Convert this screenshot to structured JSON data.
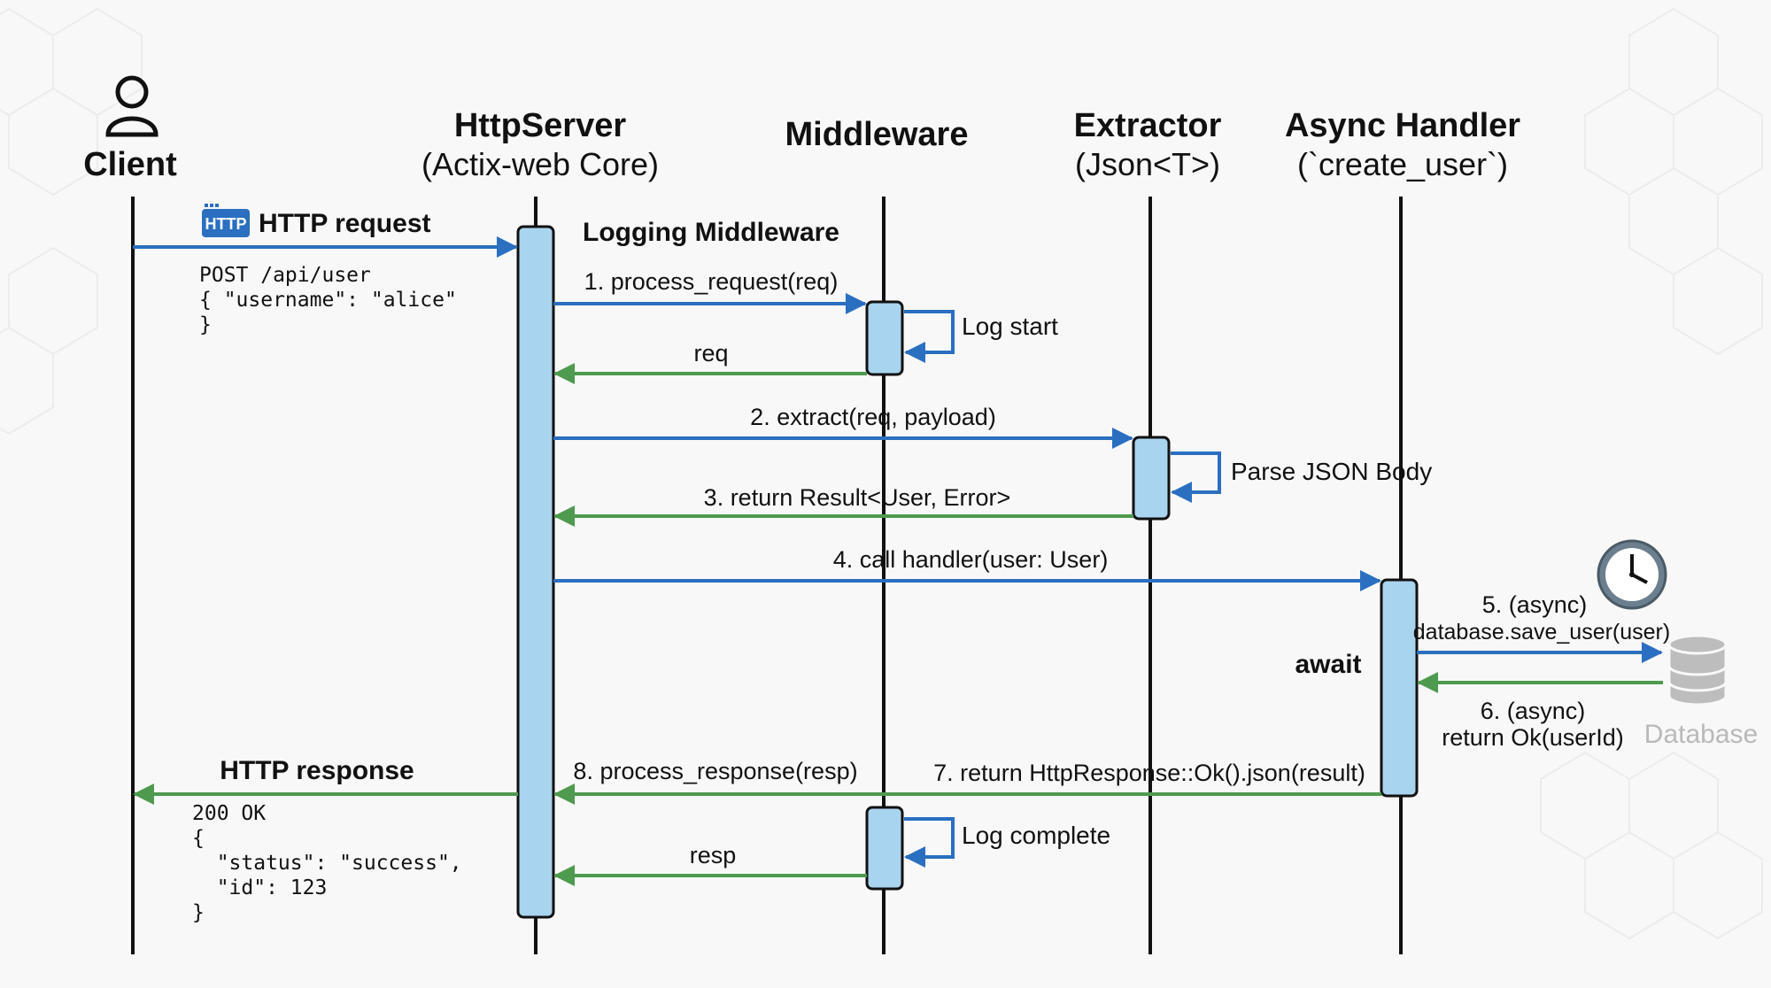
{
  "participants": {
    "client": {
      "title": "Client"
    },
    "server": {
      "title": "HttpServer",
      "subtitle": "(Actix-web Core)"
    },
    "middleware": {
      "title": "Middleware"
    },
    "extractor": {
      "title": "Extractor",
      "subtitle": "(Json<T>)"
    },
    "handler": {
      "title": "Async Handler",
      "subtitle": "(`create_user`)"
    },
    "database": {
      "title": "Database"
    }
  },
  "request": {
    "badge": "HTTP",
    "label": "HTTP request",
    "body": [
      "POST /api/user",
      "{ \"username\": \"alice\"",
      "}"
    ]
  },
  "middleware_group": {
    "label": "Logging Middleware"
  },
  "messages": {
    "m1": "1. process_request(req)",
    "req": "req",
    "log_start": "Log start",
    "m2": "2. extract(req, payload)",
    "parse": "Parse JSON Body",
    "m3": "3. return Result<User, Error>",
    "m4": "4. call handler(user: User)",
    "m5a": "5. (async)",
    "m5b": "database.save_user(user)",
    "await": "await",
    "m6a": "6. (async)",
    "m6b": "return Ok(userId)",
    "m7": "7. return HttpResponse::Ok().json(result)",
    "m8": "8. process_response(resp)",
    "log_complete": "Log complete",
    "resp": "resp"
  },
  "response": {
    "label": "HTTP response",
    "body": [
      "200 OK",
      "{",
      "  \"status\": \"success\",",
      "  \"id\": 123",
      "}"
    ]
  },
  "colors": {
    "request_arrow": "#2a6fc0",
    "response_arrow": "#4e9a4e",
    "activation_fill": "#a9d4ef",
    "lifeline": "#111111",
    "database_gray": "#b9b9b9",
    "badge_blue": "#2a6fc0"
  }
}
